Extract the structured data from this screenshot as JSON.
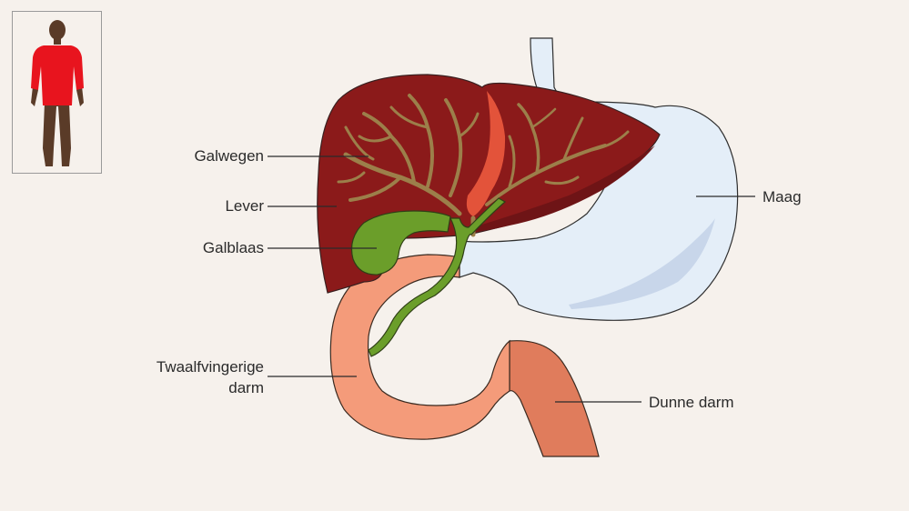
{
  "labels": {
    "galwegen": "Galwegen",
    "lever": "Lever",
    "galblaas": "Galblaas",
    "twaalfvingerige_line1": "Twaalfvingerige",
    "twaalfvingerige_line2": "darm",
    "maag": "Maag",
    "dunne_darm": "Dunne darm"
  },
  "colors": {
    "background": "#f6f1ec",
    "liver": "#8b1a1a",
    "liver_shadow": "#6e1416",
    "bile_ducts": "#9c7f4a",
    "gallbladder": "#6b9e2a",
    "stomach": "#e4eef8",
    "stomach_fold": "#c8d6ea",
    "duodenum": "#f49b7a",
    "small_intestine": "#e07c5c",
    "vein": "#e3533a",
    "body_highlight": "#e8141e",
    "body_skin": "#5a3b28",
    "outline": "#3a2020"
  },
  "icons": {
    "inset": "human-body-torso-highlight-icon"
  }
}
